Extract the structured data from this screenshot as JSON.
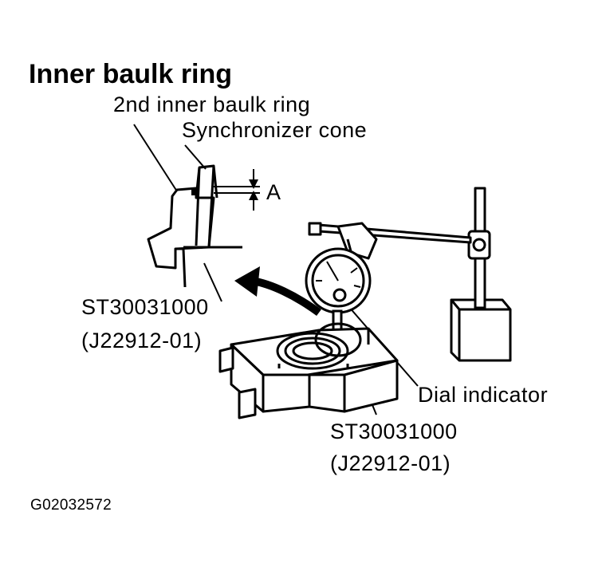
{
  "title": "Inner baulk ring",
  "labels": {
    "second_inner_baulk_ring": "2nd inner baulk ring",
    "synchronizer_cone": "Synchronizer cone",
    "clearance": "A",
    "tool_left_part": "ST30031000",
    "tool_left_alt": "(J22912-01)",
    "dial_indicator": "Dial indicator",
    "tool_right_part": "ST30031000",
    "tool_right_alt": "(J22912-01)"
  },
  "figure_code": "G02032572"
}
